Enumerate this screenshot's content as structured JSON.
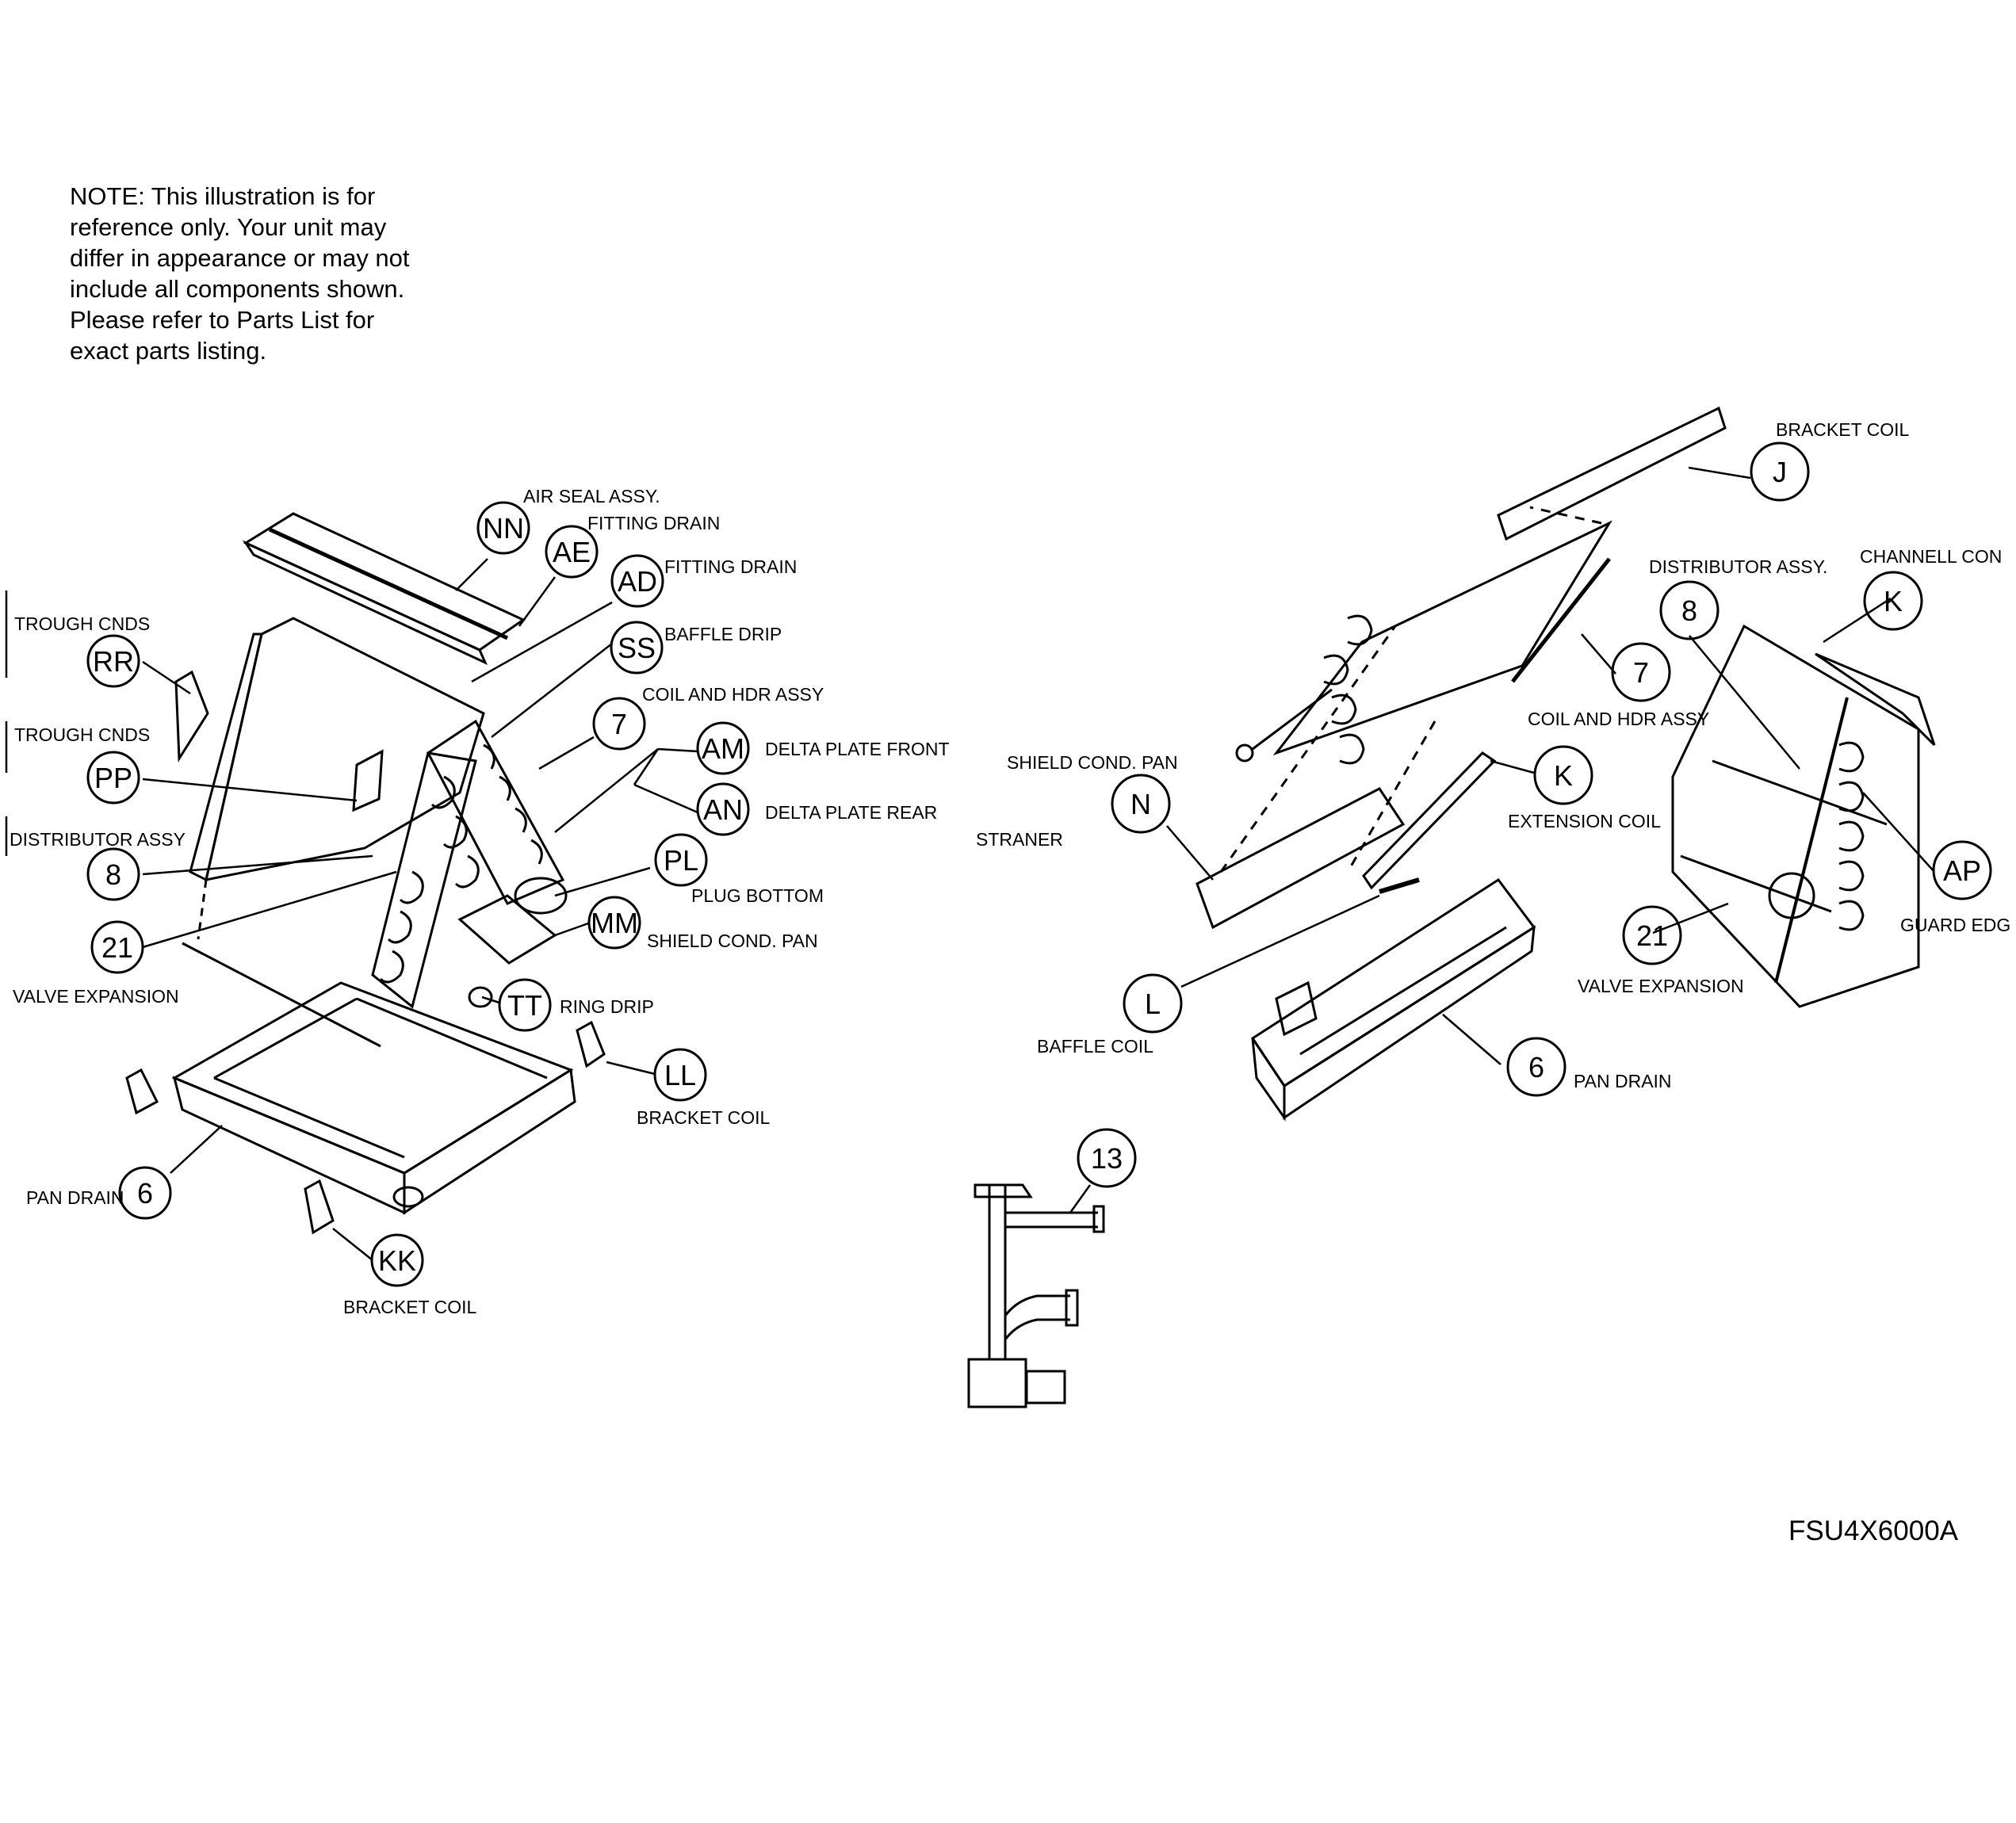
{
  "note": {
    "lines": [
      "NOTE: This illustration is for",
      "reference only.  Your unit may",
      "differ in appearance or may not",
      "include all components shown.",
      "Please refer to Parts List for",
      "exact parts listing."
    ]
  },
  "footer": {
    "code": "FSU4X6000A"
  },
  "left_assembly": {
    "callouts": {
      "NN": "NN",
      "AE": "AE",
      "AD": "AD",
      "SS": "SS",
      "c7": "7",
      "AM": "AM",
      "AN": "AN",
      "PL": "PL",
      "MM": "MM",
      "TT": "TT",
      "LL": "LL",
      "KK": "KK",
      "c6": "6",
      "RR": "RR",
      "PP": "PP",
      "c8": "8",
      "c21": "21"
    },
    "labels": {
      "air_seal": "AIR SEAL ASSY.",
      "fitting_drain_1": "FITTING DRAIN",
      "fitting_drain_2": "FITTING DRAIN",
      "baffle_drip": "BAFFLE DRIP",
      "coil_hdr": "COIL AND HDR ASSY",
      "delta_front": "DELTA PLATE FRONT",
      "delta_rear": "DELTA PLATE REAR",
      "plug_bottom": "PLUG BOTTOM",
      "shield_cond_pan": "SHIELD COND. PAN",
      "ring_drip": "RING DRIP",
      "bracket_coil_1": "BRACKET COIL",
      "bracket_coil_2": "BRACKET COIL",
      "pan_drain": "PAN DRAIN",
      "trough_cnds_1": "TROUGH CNDS",
      "trough_cnds_2": "TROUGH CNDS",
      "distributor": "DISTRIBUTOR ASSY",
      "valve_expansion": "VALVE EXPANSION"
    }
  },
  "right_assembly": {
    "callouts": {
      "J": "J",
      "c7": "7",
      "K1": "K",
      "K2": "K",
      "c8": "8",
      "N": "N",
      "L": "L",
      "c6": "6",
      "c21": "21",
      "AP": "AP",
      "c13": "13"
    },
    "labels": {
      "bracket_coil": "BRACKET COIL",
      "distributor": "DISTRIBUTOR ASSY.",
      "channel": "CHANNELL CON",
      "coil_hdr": "COIL AND HDR ASSY",
      "shield_cond_pan": "SHIELD COND. PAN",
      "straner": "STRANER",
      "extension_coil": "EXTENSION COIL",
      "guard_edge": "GUARD EDG",
      "valve_expansion": "VALVE EXPANSION",
      "baffle_coil": "BAFFLE COIL",
      "pan_drain": "PAN DRAIN"
    }
  }
}
